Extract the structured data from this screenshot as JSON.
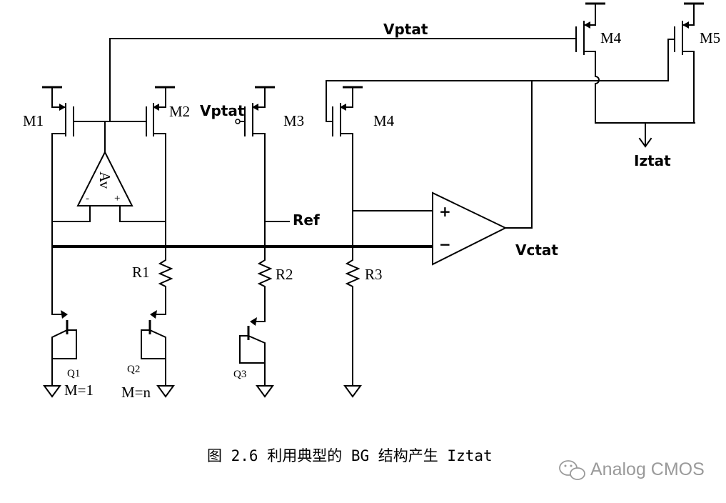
{
  "labels": {
    "vptat_top": "Vptat",
    "vptat_m3": "Vptat",
    "m1": "M1",
    "m2": "M2",
    "m3": "M3",
    "m4_left": "M4",
    "m4_top": "M4",
    "m5": "M5",
    "opamp_av": "Av",
    "opamp_av_minus": "-",
    "opamp_av_plus": "+",
    "comp_plus": "+",
    "comp_minus": "−",
    "ref": "Ref",
    "vctat": "Vctat",
    "iztat": "Iztat",
    "r1": "R1",
    "r2": "R2",
    "r3": "R3",
    "q1": "Q1",
    "q2": "Q2",
    "q3": "Q3",
    "q1_ratio": "M=1",
    "q2_ratio": "M=n"
  },
  "caption": "图 2.6 利用典型的 BG 结构产生 Iztat",
  "watermark": "Analog CMOS",
  "icons": {
    "watermark_logo": "wechat-icon"
  }
}
